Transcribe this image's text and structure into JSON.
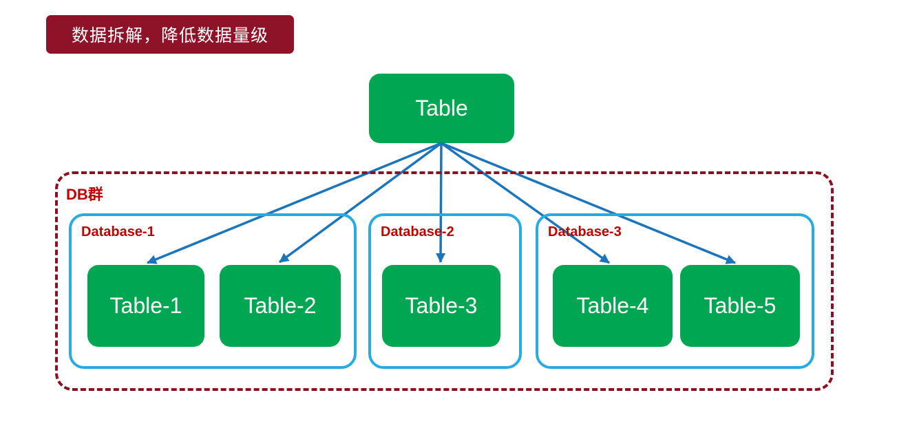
{
  "title_banner": {
    "text": "数据拆解，降低数据量级"
  },
  "root_table": {
    "label": "Table"
  },
  "cluster": {
    "label": "DB群"
  },
  "databases": [
    {
      "label": "Database-1",
      "tables": [
        "Table-1",
        "Table-2"
      ]
    },
    {
      "label": "Database-2",
      "tables": [
        "Table-3"
      ]
    },
    {
      "label": "Database-3",
      "tables": [
        "Table-4",
        "Table-5"
      ]
    }
  ],
  "colors": {
    "node_green": "#00A651",
    "banner_maroon": "#8E1328",
    "cluster_dashed_border": "#8A1022",
    "label_red": "#C00000",
    "database_border_blue": "#29ABE2",
    "arrow_blue": "#1B75BC"
  }
}
